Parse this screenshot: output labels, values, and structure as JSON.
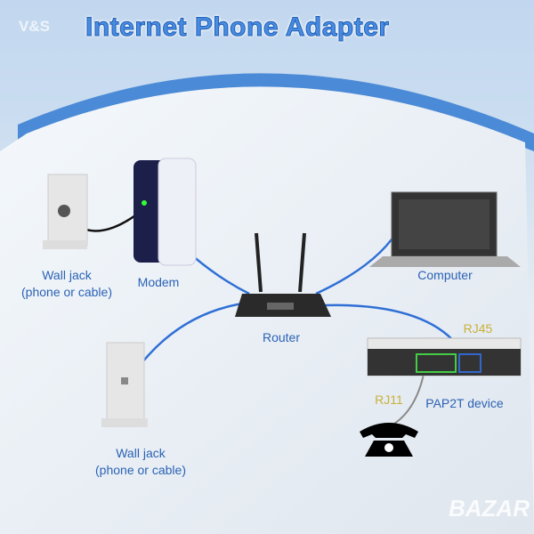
{
  "logo": "V&S",
  "title": "Internet Phone Adapter",
  "labels": {
    "wall_jack_1": [
      "Wall jack",
      "(phone or cable)"
    ],
    "modem": "Modem",
    "computer": "Computer",
    "router": "Router",
    "rj45": "RJ45",
    "rj11": "RJ11",
    "pap2t": "PAP2T device",
    "wall_jack_2": [
      "Wall jack",
      "(phone or cable)"
    ]
  },
  "watermark": "BAZAR",
  "colors": {
    "cable": "#2f6fd6",
    "label": "#2b62b5",
    "port_label": "#c9b13a"
  }
}
